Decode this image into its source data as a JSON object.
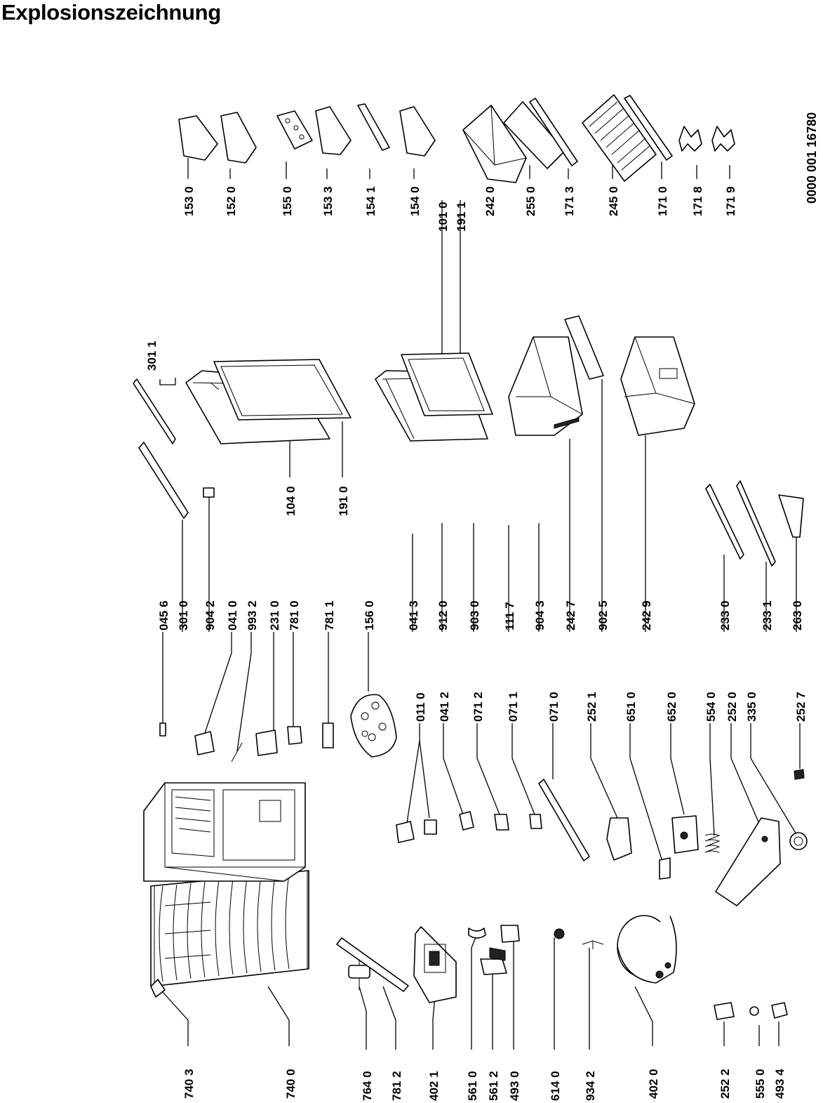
{
  "title": "Explosionszeichnung",
  "document_number": "0000 001 16780",
  "parts": [
    {
      "id": "p7403",
      "label": "740 3",
      "icon": "evaporator-clip-icon"
    },
    {
      "id": "p7400",
      "label": "740 0",
      "icon": "condenser-coil-icon"
    },
    {
      "id": "p7640",
      "label": "764 0",
      "icon": "filter-dryer-icon"
    },
    {
      "id": "p7812",
      "label": "781 2",
      "icon": "drain-tube-icon"
    },
    {
      "id": "p4021",
      "label": "402 1",
      "icon": "compressor-tray-icon"
    },
    {
      "id": "p5610",
      "label": "561 0",
      "icon": "clip-icon"
    },
    {
      "id": "p5612",
      "label": "561 2",
      "icon": "relay-icon"
    },
    {
      "id": "p4930",
      "label": "493 0",
      "icon": "protector-icon"
    },
    {
      "id": "p6140",
      "label": "614 0",
      "icon": "grommet-icon"
    },
    {
      "id": "p9342",
      "label": "934 2",
      "icon": "wire-icon"
    },
    {
      "id": "p4020",
      "label": "402 0",
      "icon": "compressor-icon"
    },
    {
      "id": "p2522",
      "label": "252 2",
      "icon": "thermostat-box-icon"
    },
    {
      "id": "p5550",
      "label": "555 0",
      "icon": "screw-icon"
    },
    {
      "id": "p4934",
      "label": "493 4",
      "icon": "cover-plate-icon"
    },
    {
      "id": "p0110",
      "label": "011 0",
      "icon": "hinge-pin-icon"
    },
    {
      "id": "p0412",
      "label": "041 2",
      "icon": "hinge-icon"
    },
    {
      "id": "p0712",
      "label": "071 2",
      "icon": "bracket-icon"
    },
    {
      "id": "p0711",
      "label": "071 1",
      "icon": "bracket-icon"
    },
    {
      "id": "p0710",
      "label": "071 0",
      "icon": "rail-icon"
    },
    {
      "id": "p2521",
      "label": "252 1",
      "icon": "thermostat-housing-icon"
    },
    {
      "id": "p6510",
      "label": "651 0",
      "icon": "lamp-icon"
    },
    {
      "id": "p6520",
      "label": "652 0",
      "icon": "lamp-socket-icon"
    },
    {
      "id": "p5540",
      "label": "554 0",
      "icon": "spring-icon"
    },
    {
      "id": "p2520",
      "label": "252 0",
      "icon": "control-panel-icon"
    },
    {
      "id": "p3350",
      "label": "335 0",
      "icon": "knob-icon"
    },
    {
      "id": "p2527",
      "label": "252 7",
      "icon": "knob-small-icon"
    },
    {
      "id": "p0456",
      "label": "045 6",
      "icon": "pin-icon"
    },
    {
      "id": "p3010",
      "label": "301 0",
      "icon": "door-strip-icon"
    },
    {
      "id": "p9042",
      "label": "904 2",
      "icon": "cap-icon"
    },
    {
      "id": "p0410",
      "label": "041 0",
      "icon": "hinge-icon"
    },
    {
      "id": "p9932",
      "label": "993 2",
      "icon": "hinge-screw-icon"
    },
    {
      "id": "p2310",
      "label": "231 0",
      "icon": "foot-plate-icon"
    },
    {
      "id": "p7810",
      "label": "781 0",
      "icon": "drain-plug-icon"
    },
    {
      "id": "p7811",
      "label": "781 1",
      "icon": "drain-pipe-icon"
    },
    {
      "id": "p1560",
      "label": "156 0",
      "icon": "egg-tray-icon"
    },
    {
      "id": "p3011",
      "label": "301 1",
      "icon": "door-strip-icon"
    },
    {
      "id": "p1040",
      "label": "104 0",
      "icon": "door-panel-icon"
    },
    {
      "id": "p1910",
      "label": "191 0",
      "icon": "door-gasket-icon"
    },
    {
      "id": "p0413",
      "label": "041 3",
      "icon": "hinge-icon"
    },
    {
      "id": "p9120",
      "label": "912 0",
      "icon": "screw-icon"
    },
    {
      "id": "p9030",
      "label": "903 0",
      "icon": "screw-icon"
    },
    {
      "id": "p1117",
      "label": "111 7",
      "icon": "stop-icon"
    },
    {
      "id": "p9043",
      "label": "904 3",
      "icon": "cap-icon"
    },
    {
      "id": "p1010",
      "label": "101 0",
      "icon": "freezer-door-icon"
    },
    {
      "id": "p1911",
      "label": "191 1",
      "icon": "freezer-gasket-icon"
    },
    {
      "id": "p2427",
      "label": "242 7",
      "icon": "drawer-icon"
    },
    {
      "id": "p9025",
      "label": "902 5",
      "icon": "drawer-front-icon"
    },
    {
      "id": "p2429",
      "label": "242 9",
      "icon": "drawer-icon"
    },
    {
      "id": "p2330",
      "label": "233 0",
      "icon": "shelf-rail-icon"
    },
    {
      "id": "p2331",
      "label": "233 1",
      "icon": "shelf-rail-icon"
    },
    {
      "id": "p2630",
      "label": "263 0",
      "icon": "shelf-trim-icon"
    },
    {
      "id": "p1530",
      "label": "153 0",
      "icon": "door-bin-icon"
    },
    {
      "id": "p1520",
      "label": "152 0",
      "icon": "door-bin-icon"
    },
    {
      "id": "p1550",
      "label": "155 0",
      "icon": "egg-holder-icon"
    },
    {
      "id": "p1533",
      "label": "153 3",
      "icon": "door-bin-icon"
    },
    {
      "id": "p1541",
      "label": "154 1",
      "icon": "bottle-clip-icon"
    },
    {
      "id": "p1540",
      "label": "154 0",
      "icon": "door-bin-icon"
    },
    {
      "id": "p2420",
      "label": "242 0",
      "icon": "crisper-icon"
    },
    {
      "id": "p2550",
      "label": "255 0",
      "icon": "glass-shelf-icon"
    },
    {
      "id": "p1713",
      "label": "171 3",
      "icon": "shelf-trim-icon"
    },
    {
      "id": "p2450",
      "label": "245 0",
      "icon": "wire-shelf-icon"
    },
    {
      "id": "p1710",
      "label": "171 0",
      "icon": "shelf-trim-icon"
    },
    {
      "id": "p1718",
      "label": "171 8",
      "icon": "shelf-support-icon"
    },
    {
      "id": "p1719",
      "label": "171 9",
      "icon": "shelf-support-icon"
    }
  ]
}
